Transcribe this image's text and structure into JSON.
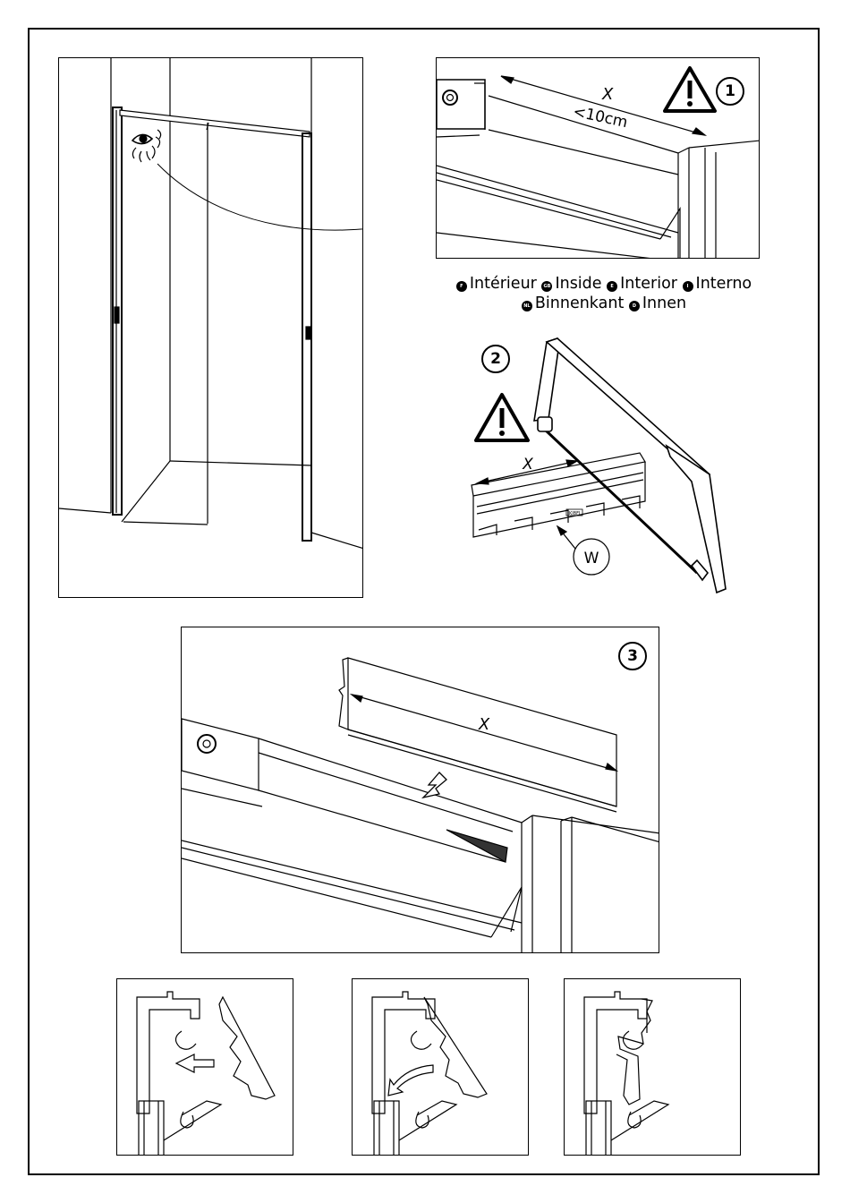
{
  "steps": {
    "one": "1",
    "two": "2",
    "three": "3"
  },
  "labels": {
    "x": "X",
    "limit": "<10cm",
    "w": "W"
  },
  "languages": [
    {
      "code": "F",
      "text": "Intérieur"
    },
    {
      "code": "GB",
      "text": "Inside"
    },
    {
      "code": "E",
      "text": "Interior"
    },
    {
      "code": "I",
      "text": "Interno"
    },
    {
      "code": "NL",
      "text": "Binnenkant"
    },
    {
      "code": "D",
      "text": "Innen"
    }
  ],
  "icons": [
    "warning-icon",
    "eye-icon",
    "hacksaw-icon",
    "arrow-icon"
  ]
}
